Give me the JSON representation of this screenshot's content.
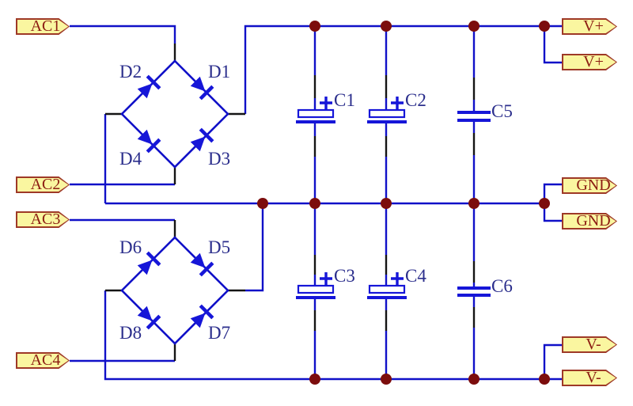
{
  "diagram_type": "schematic",
  "description": "Dual bridge rectifier power supply schematic",
  "colors": {
    "wire": "#1010C8",
    "component": "#1616D8",
    "label": "#2B2E8C",
    "tag_fill": "#FAF6A0",
    "tag_border": "#9E3927",
    "tag_text": "#8C1C12",
    "junction": "#7C0D0D",
    "pin": "#141414",
    "background": "#FFFFFF"
  },
  "ports": {
    "inputs": [
      {
        "label": "AC1"
      },
      {
        "label": "AC2"
      },
      {
        "label": "AC3"
      },
      {
        "label": "AC4"
      }
    ],
    "outputs": [
      {
        "label": "V+"
      },
      {
        "label": "V+"
      },
      {
        "label": "GND"
      },
      {
        "label": "GND"
      },
      {
        "label": "V-"
      },
      {
        "label": "V-"
      }
    ]
  },
  "components": {
    "diodes": [
      {
        "ref": "D1"
      },
      {
        "ref": "D2"
      },
      {
        "ref": "D3"
      },
      {
        "ref": "D4"
      },
      {
        "ref": "D5"
      },
      {
        "ref": "D6"
      },
      {
        "ref": "D7"
      },
      {
        "ref": "D8"
      }
    ],
    "capacitors": [
      {
        "ref": "C1",
        "polarized": true
      },
      {
        "ref": "C2",
        "polarized": true
      },
      {
        "ref": "C3",
        "polarized": true
      },
      {
        "ref": "C4",
        "polarized": true
      },
      {
        "ref": "C5",
        "polarized": false
      },
      {
        "ref": "C6",
        "polarized": false
      }
    ],
    "polarity_mark": "+"
  }
}
